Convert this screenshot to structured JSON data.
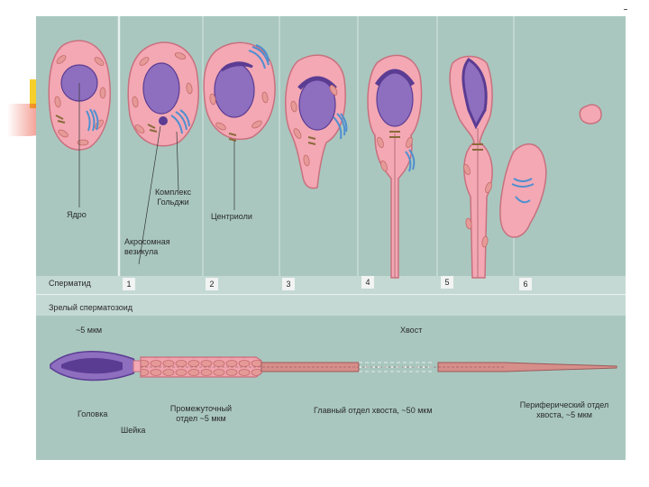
{
  "labels": {
    "nucleus": "Ядро",
    "golgi": "Комплекс Гольджи",
    "centrioles": "Центриоли",
    "acrosomal_vesicle": "Акросомная везикула",
    "spermatid": "Сперматид",
    "stage_numbers": [
      "1",
      "2",
      "3",
      "4",
      "5",
      "6"
    ],
    "mature_sperm": "Зрелый сперматозоид",
    "size_head": "~5 мкм",
    "tail": "Хвост",
    "head": "Головка",
    "neck": "Шейка",
    "midpiece": "Промежуточный отдел ~5 мкм",
    "principal_piece": "Главный отдел хвоста, ~50 мкм",
    "end_piece": "Периферический отдел хвоста, ~5 мкм"
  },
  "colors": {
    "background": "#a9c7bf",
    "cytoplasm": "#f3a8b4",
    "nucleus": "#8e6fbf",
    "acrosome": "#5b3c93",
    "golgi": "#4f8fcf",
    "mitochondria": "#d98a86"
  }
}
